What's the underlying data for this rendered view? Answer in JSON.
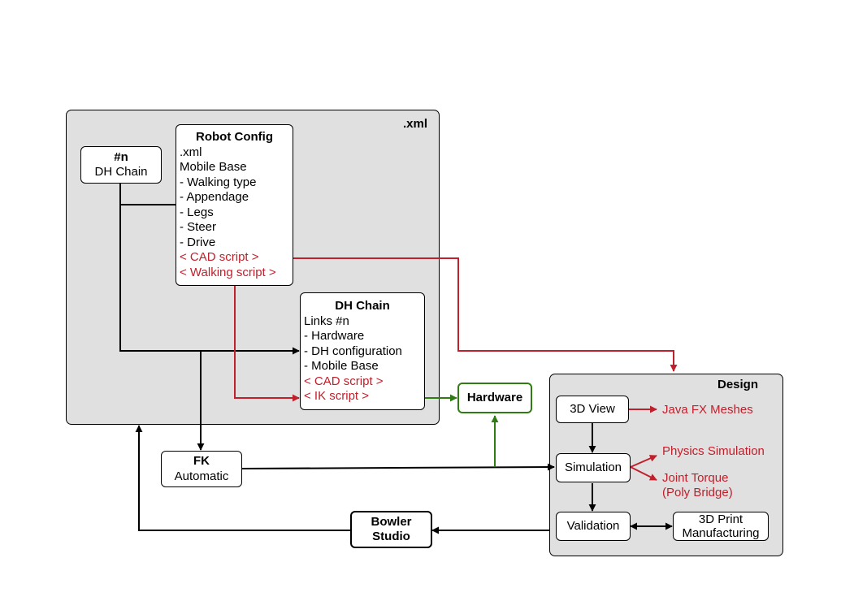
{
  "groups": {
    "xml": {
      "title": ".xml"
    },
    "design": {
      "title": "Design"
    }
  },
  "boxes": {
    "hash_n": {
      "title": "#n",
      "subtitle": "DH Chain"
    },
    "robot_config": {
      "title": "Robot Config",
      "lines": [
        ".xml",
        "Mobile Base",
        "- Walking type",
        "- Appendage",
        "- Legs",
        "- Steer",
        "- Drive"
      ],
      "scripts": [
        "< CAD script >",
        "< Walking script >"
      ]
    },
    "dh_chain": {
      "title": "DH Chain",
      "lines": [
        "Links #n",
        "- Hardware",
        "- DH configuration",
        "- Mobile Base"
      ],
      "scripts": [
        "< CAD script >",
        "< IK script >"
      ]
    },
    "hardware": {
      "label": "Hardware"
    },
    "fk": {
      "title": "FK",
      "subtitle": "Automatic"
    },
    "bowler": {
      "line1": "Bowler",
      "line2": "Studio"
    },
    "view3d": {
      "label": "3D View"
    },
    "simulation": {
      "label": "Simulation"
    },
    "validation": {
      "label": "Validation"
    },
    "print3d": {
      "line1": "3D Print",
      "line2": "Manufacturing"
    }
  },
  "outputs": {
    "javafx": "Java FX Meshes",
    "physics": "Physics Simulation",
    "torque_line1": "Joint Torque",
    "torque_line2": "(Poly Bridge)"
  },
  "colors": {
    "black": "#000000",
    "red": "#c0202c",
    "green": "#2f7d12",
    "group_fill": "#e0e0e0"
  }
}
